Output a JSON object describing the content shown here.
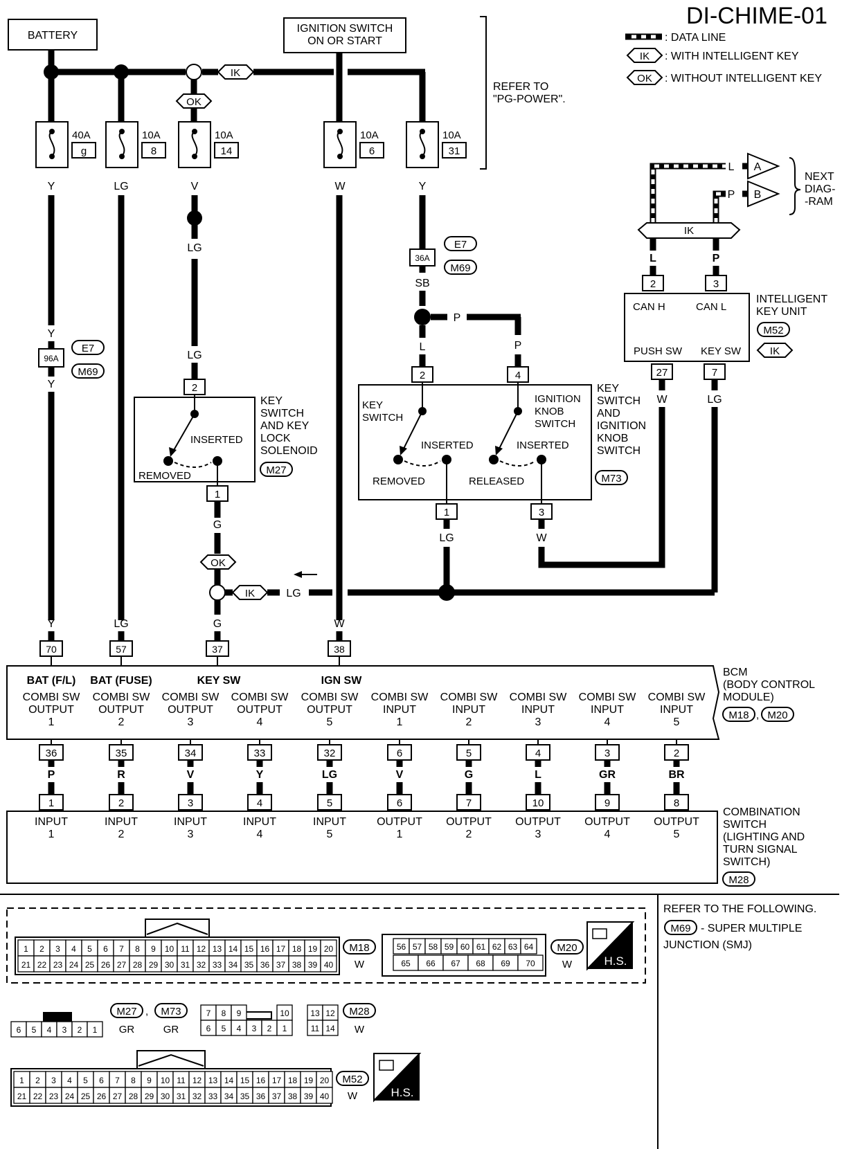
{
  "title": "DI-CHIME-01",
  "legend": {
    "data_line": ": DATA LINE",
    "ik_tag": "IK",
    "ik_desc": ": WITH INTELLIGENT KEY",
    "ok_tag": "OK",
    "ok_desc": ": WITHOUT INTELLIGENT KEY"
  },
  "power": {
    "battery": "BATTERY",
    "ign_line1": "IGNITION SWITCH",
    "ign_line2": "ON OR START",
    "refer_line1": "REFER TO",
    "refer_line2": "\"PG-POWER\"."
  },
  "fuses": [
    {
      "amp": "40A",
      "id": "g",
      "wire": "Y"
    },
    {
      "amp": "10A",
      "id": "8",
      "wire": "LG"
    },
    {
      "amp": "10A",
      "id": "14",
      "wire": "V"
    },
    {
      "amp": "10A",
      "id": "6",
      "wire": "W"
    },
    {
      "amp": "10A",
      "id": "31",
      "wire": "Y"
    }
  ],
  "next_diagram": {
    "a": "A",
    "b": "B",
    "line1": "NEXT",
    "line2": "DIAG-",
    "line3": "-RAM",
    "l_wire": "L",
    "p_wire": "P"
  },
  "ik_bus": "IK",
  "intelligent_key_unit": {
    "line1": "INTELLIGENT",
    "line2": "KEY UNIT",
    "conn": "M52",
    "ik": "IK",
    "pin2": "2",
    "pin3": "3",
    "pin27": "27",
    "pin7": "7",
    "can_h": "CAN  H",
    "can_l": "CAN  L",
    "push_sw": "PUSH SW",
    "key_sw": "KEY SW",
    "wire_l": "L",
    "wire_p": "P",
    "wire_w": "W",
    "wire_lg": "LG"
  },
  "joint_connectors": {
    "c96a": "96A",
    "c36a": "36A",
    "e7": "E7",
    "m69": "M69",
    "wire_y_top": "Y",
    "wire_y_bot": "Y",
    "wire_sb": "SB",
    "wire_lg_v": "LG",
    "wire_lg2": "LG",
    "wire_l": "L",
    "wire_p": "P",
    "wire_p2": "P"
  },
  "key_lock_solenoid": {
    "line1": "KEY",
    "line2": "SWITCH",
    "line3": "AND KEY",
    "line4": "LOCK",
    "line5": "SOLENOID",
    "conn": "M27",
    "pin2": "2",
    "pin1": "1",
    "inserted": "INSERTED",
    "removed": "REMOVED",
    "wire_g": "G"
  },
  "ign_knob_switch": {
    "line1": "KEY",
    "line2": "SWITCH",
    "line3": "AND",
    "line4": "IGNITION",
    "line5": "KNOB",
    "line6": "SWITCH",
    "conn": "M73",
    "pin2": "2",
    "pin4": "4",
    "pin1": "1",
    "pin3": "3",
    "key_switch1": "KEY",
    "key_switch2": "SWITCH",
    "knob1": "IGNITION",
    "knob2": "KNOB",
    "knob3": "SWITCH",
    "inserted1": "INSERTED",
    "inserted2": "INSERTED",
    "removed": "REMOVED",
    "released": "RELEASED",
    "wire_lg": "LG",
    "wire_w": "W"
  },
  "mid_joint": {
    "ok": "OK",
    "ik": "IK",
    "lg": "LG",
    "g": "G"
  },
  "bcm": {
    "line1": "BCM",
    "line2": "(BODY CONTROL",
    "line3": "MODULE)",
    "conn1": "M18",
    "conn2": "M20",
    "sep": ",",
    "top_pins": [
      {
        "pin": "70",
        "label": "BAT (F/L)",
        "wire": "Y"
      },
      {
        "pin": "57",
        "label": "BAT (FUSE)",
        "wire": "LG"
      },
      {
        "pin": "37",
        "label": "KEY SW",
        "wire": "G"
      },
      {
        "pin": "38",
        "label": "IGN SW",
        "wire": "W"
      }
    ],
    "bottom": [
      {
        "l1": "COMBI SW",
        "l2": "OUTPUT",
        "l3": "1",
        "pin": "36",
        "wire": "P"
      },
      {
        "l1": "COMBI SW",
        "l2": "OUTPUT",
        "l3": "2",
        "pin": "35",
        "wire": "R"
      },
      {
        "l1": "COMBI SW",
        "l2": "OUTPUT",
        "l3": "3",
        "pin": "34",
        "wire": "V"
      },
      {
        "l1": "COMBI SW",
        "l2": "OUTPUT",
        "l3": "4",
        "pin": "33",
        "wire": "Y"
      },
      {
        "l1": "COMBI SW",
        "l2": "OUTPUT",
        "l3": "5",
        "pin": "32",
        "wire": "LG"
      },
      {
        "l1": "COMBI SW",
        "l2": "INPUT",
        "l3": "1",
        "pin": "6",
        "wire": "V"
      },
      {
        "l1": "COMBI SW",
        "l2": "INPUT",
        "l3": "2",
        "pin": "5",
        "wire": "G"
      },
      {
        "l1": "COMBI SW",
        "l2": "INPUT",
        "l3": "3",
        "pin": "4",
        "wire": "L"
      },
      {
        "l1": "COMBI SW",
        "l2": "INPUT",
        "l3": "4",
        "pin": "3",
        "wire": "GR"
      },
      {
        "l1": "COMBI SW",
        "l2": "INPUT",
        "l3": "5",
        "pin": "2",
        "wire": "BR"
      }
    ]
  },
  "combination_switch": {
    "line1": "COMBINATION",
    "line2": "SWITCH",
    "line3": "(LIGHTING AND",
    "line4": "TURN SIGNAL",
    "line5": "SWITCH)",
    "conn": "M28",
    "pins": [
      {
        "pin": "1",
        "l1": "INPUT",
        "l2": "1"
      },
      {
        "pin": "2",
        "l1": "INPUT",
        "l2": "2"
      },
      {
        "pin": "3",
        "l1": "INPUT",
        "l2": "3"
      },
      {
        "pin": "4",
        "l1": "INPUT",
        "l2": "4"
      },
      {
        "pin": "5",
        "l1": "INPUT",
        "l2": "5"
      },
      {
        "pin": "6",
        "l1": "OUTPUT",
        "l2": "1"
      },
      {
        "pin": "7",
        "l1": "OUTPUT",
        "l2": "2"
      },
      {
        "pin": "10",
        "l1": "OUTPUT",
        "l2": "3"
      },
      {
        "pin": "9",
        "l1": "OUTPUT",
        "l2": "4"
      },
      {
        "pin": "8",
        "l1": "OUTPUT",
        "l2": "5"
      }
    ]
  },
  "refer_note": {
    "line1": "REFER TO THE FOLLOWING.",
    "conn": "M69",
    "line2": "- SUPER MULTIPLE",
    "line3": "JUNCTION (SMJ)"
  },
  "connectors": {
    "m18": {
      "name": "M18",
      "color": "W"
    },
    "m20": {
      "name": "M20",
      "color": "W"
    },
    "m27": {
      "name": "M27",
      "color": "GR",
      "sep": ","
    },
    "m73": {
      "name": "M73",
      "color": "GR"
    },
    "m28": {
      "name": "M28",
      "color": "W"
    },
    "m52": {
      "name": "M52",
      "color": "W"
    },
    "hs": "H.S."
  }
}
